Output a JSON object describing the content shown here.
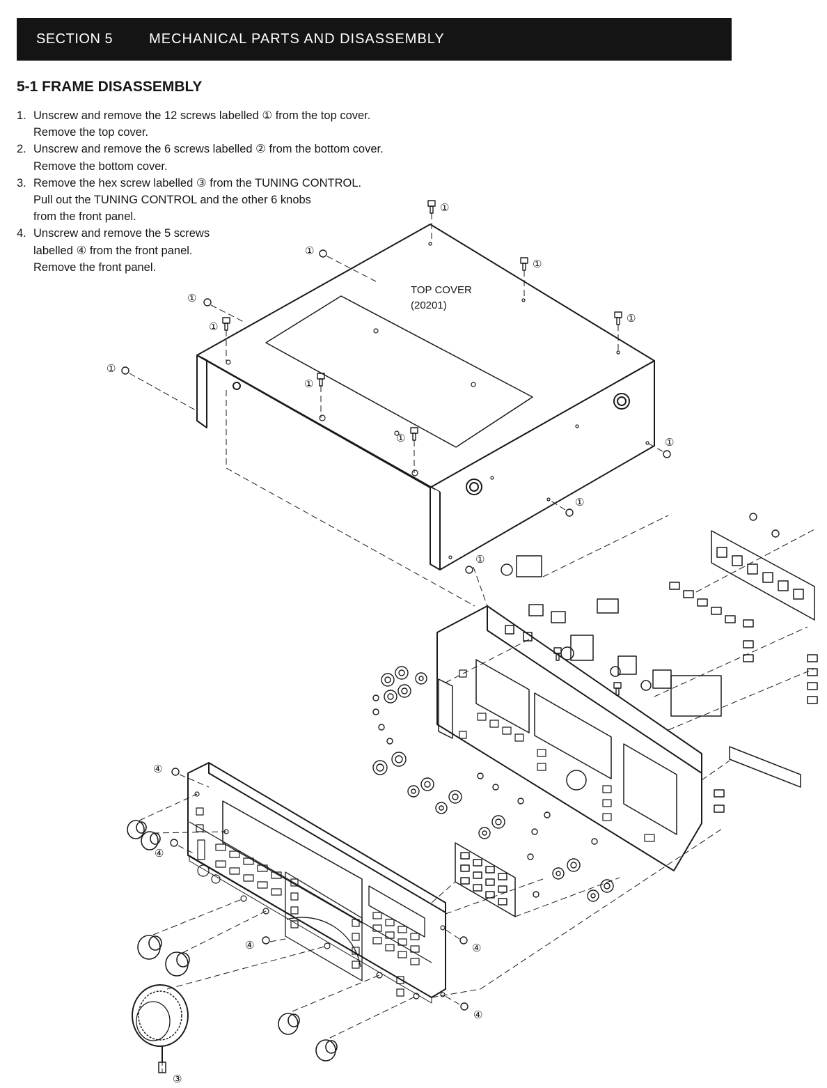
{
  "section": {
    "number": "SECTION 5",
    "title": "MECHANICAL PARTS AND DISASSEMBLY"
  },
  "heading": "5-1 FRAME DISASSEMBLY",
  "steps": [
    {
      "num": "1.",
      "lines": [
        "Unscrew and remove the 12 screws labelled ① from the top cover.",
        "Remove the top cover."
      ]
    },
    {
      "num": "2.",
      "lines": [
        "Unscrew and remove the 6 screws labelled ② from the bottom cover.",
        "Remove the bottom cover."
      ]
    },
    {
      "num": "3.",
      "lines": [
        "Remove the hex screw labelled ③ from the TUNING CONTROL.",
        "Pull out the TUNING CONTROL and the other 6 knobs",
        "from the front panel."
      ]
    },
    {
      "num": "4.",
      "lines": [
        "Unscrew and remove the 5 screws",
        "labelled ④ from the front panel.",
        "Remove the front panel."
      ]
    }
  ],
  "diagram": {
    "top_cover_label": "TOP COVER",
    "top_cover_part": "(20201)",
    "callouts": {
      "c1": "①",
      "c3": "③",
      "c4": "④"
    }
  }
}
